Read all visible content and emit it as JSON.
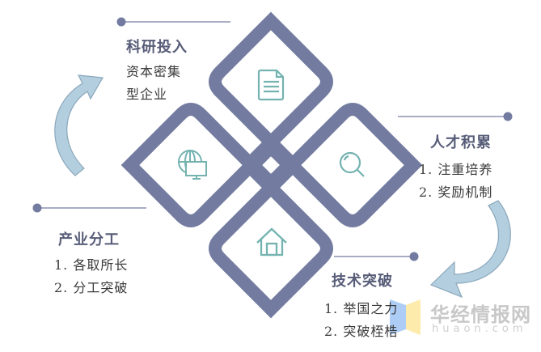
{
  "colors": {
    "petal": "#737ca0",
    "icon": "#74b3b0",
    "arrow_fill": "#b3cfdf",
    "arrow_stroke": "#8aa7bb",
    "line": "#737ca0",
    "title": "#575c78",
    "text": "#3a3a3a"
  },
  "sections": {
    "research": {
      "title": "科研投入",
      "lines": [
        "资本密集",
        "型企业"
      ],
      "icon": "document-icon"
    },
    "talent": {
      "title": "人才积累",
      "lines": [
        "1. 注重培养",
        "2. 奖励机制"
      ],
      "icon": "magnifier-icon"
    },
    "division": {
      "title": "产业分工",
      "lines": [
        "1. 各取所长",
        "2. 分工突破"
      ],
      "icon": "globe-monitor-icon"
    },
    "breakthrough": {
      "title": "技术突破",
      "lines": [
        "1. 举国之力",
        "2. 突破桎梏"
      ],
      "icon": "house-icon"
    }
  },
  "watermark": {
    "cn": "华经情报网",
    "en": "huaon.com"
  }
}
